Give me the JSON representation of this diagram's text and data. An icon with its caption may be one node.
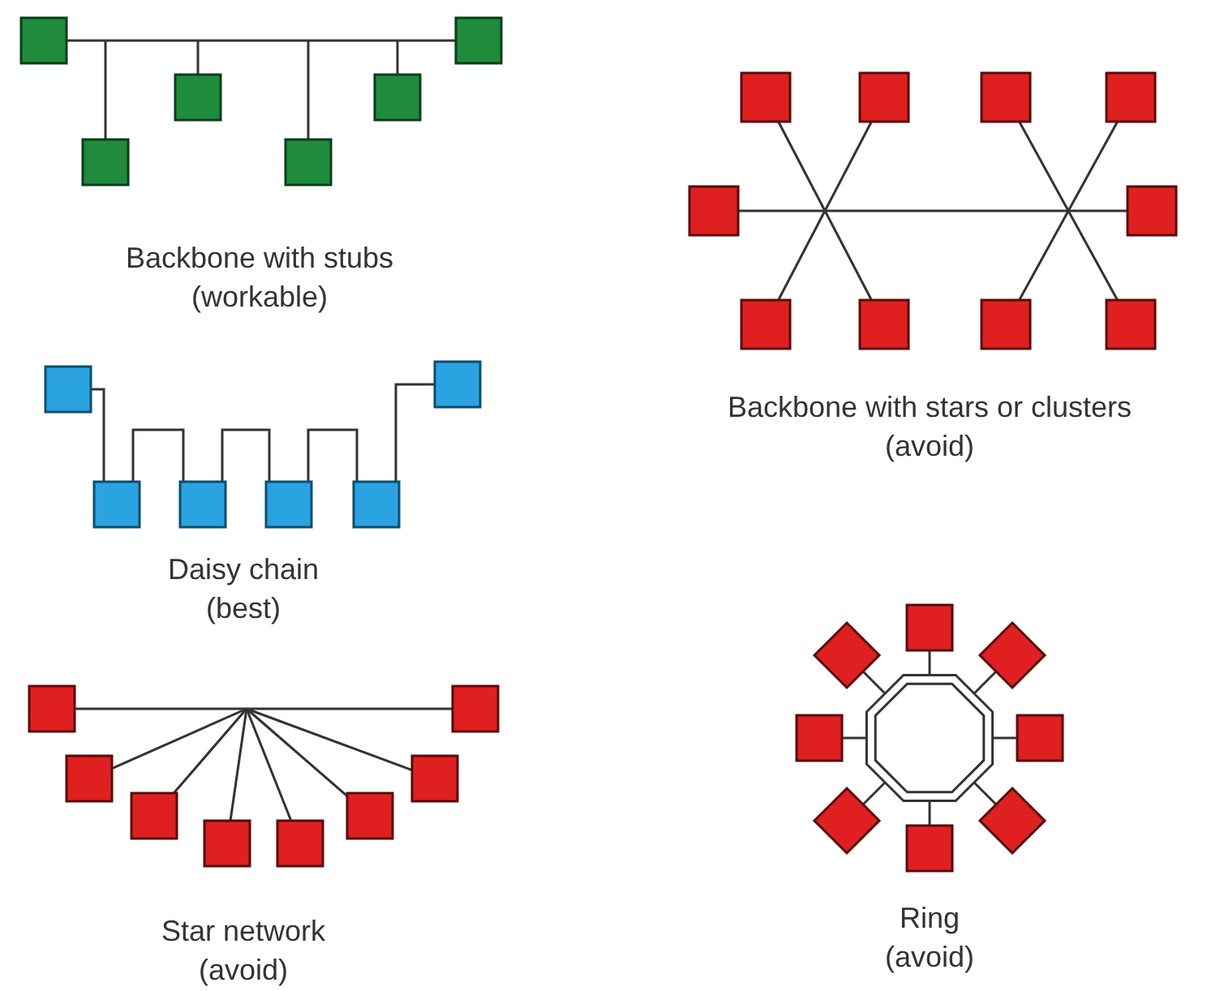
{
  "diagram": {
    "nodes": [
      {
        "text": [],
        "shape": "box"
      },
      {
        "text": [],
        "shape": "box"
      },
      {
        "text": [],
        "shape": "box"
      },
      {
        "text": [],
        "shape": "box"
      },
      {
        "text": [],
        "shape": "box"
      },
      {
        "text": [],
        "shape": "box"
      },
      {
        "text": [],
        "shape": "box"
      },
      {
        "text": [],
        "shape": "box"
      },
      {
        "text": [],
        "shape": "box"
      },
      {
        "text": [],
        "shape": "box"
      },
      {
        "text": [],
        "shape": "box"
      },
      {
        "text": [],
        "shape": "box"
      },
      {
        "text": [],
        "shape": "box"
      },
      {
        "text": [],
        "shape": "box"
      },
      {
        "text": [],
        "shape": "box"
      },
      {
        "text": [],
        "shape": "box"
      },
      {
        "text": [],
        "shape": "box"
      },
      {
        "text": [],
        "shape": "box"
      },
      {
        "text": [],
        "shape": "box"
      },
      {
        "text": [],
        "shape": "box"
      },
      {
        "text": [],
        "shape": "box"
      },
      {
        "text": [],
        "shape": "box"
      },
      {
        "text": [],
        "shape": "box"
      },
      {
        "text": [],
        "shape": "box"
      },
      {
        "text": [],
        "shape": "box"
      },
      {
        "text": [],
        "shape": "box"
      },
      {
        "text": [],
        "shape": "box"
      },
      {
        "text": [],
        "shape": "box"
      },
      {
        "text": [],
        "shape": "box"
      },
      {
        "text": [],
        "shape": "box"
      },
      {
        "text": [],
        "shape": "octagon"
      },
      {
        "text": [],
        "shape": "box"
      },
      {
        "text": [],
        "shape": "diamond"
      },
      {
        "text": [],
        "shape": "box"
      },
      {
        "text": [],
        "shape": "diamond"
      },
      {
        "text": [],
        "shape": "box"
      },
      {
        "text": [],
        "shape": "diamond"
      },
      {
        "text": [],
        "shape": "box"
      },
      {
        "text": [],
        "shape": "diamond"
      }
    ],
    "edges": [
      {
        "from": 0,
        "to": 5,
        "arrow": "none"
      },
      {
        "from": null,
        "to": 1,
        "arrow": "none"
      },
      {
        "from": null,
        "to": 2,
        "arrow": "none"
      },
      {
        "from": null,
        "to": 3,
        "arrow": "none"
      },
      {
        "from": null,
        "to": 4,
        "arrow": "none"
      },
      {
        "from": 6,
        "to": 7,
        "arrow": "none"
      },
      {
        "from": 7,
        "to": 8,
        "arrow": "none"
      },
      {
        "from": 8,
        "to": 9,
        "arrow": "none"
      },
      {
        "from": 9,
        "to": 10,
        "arrow": "none"
      },
      {
        "from": 10,
        "to": 11,
        "arrow": "none"
      },
      {
        "from": 12,
        "to": 13,
        "arrow": "none"
      },
      {
        "from": null,
        "to": 14,
        "arrow": "none"
      },
      {
        "from": null,
        "to": 15,
        "arrow": "none"
      },
      {
        "from": null,
        "to": 16,
        "arrow": "none"
      },
      {
        "from": null,
        "to": 17,
        "arrow": "none"
      },
      {
        "from": null,
        "to": 18,
        "arrow": "none"
      },
      {
        "from": null,
        "to": 19,
        "arrow": "none"
      },
      {
        "from": 24,
        "to": 25,
        "arrow": "none"
      },
      {
        "from": 20,
        "to": 27,
        "arrow": "none"
      },
      {
        "from": 21,
        "to": 26,
        "arrow": "none"
      },
      {
        "from": 22,
        "to": 29,
        "arrow": "none"
      },
      {
        "from": 23,
        "to": 28,
        "arrow": "none"
      },
      {
        "from": 30,
        "to": 31,
        "arrow": "none"
      },
      {
        "from": 30,
        "to": 32,
        "arrow": "none"
      },
      {
        "from": 30,
        "to": 33,
        "arrow": "none"
      },
      {
        "from": 30,
        "to": 34,
        "arrow": "none"
      },
      {
        "from": 30,
        "to": 35,
        "arrow": "none"
      },
      {
        "from": 30,
        "to": 36,
        "arrow": "none"
      },
      {
        "from": 30,
        "to": 37,
        "arrow": "none"
      },
      {
        "from": 30,
        "to": 38,
        "arrow": "none"
      }
    ],
    "labels": [
      "Backbone with stubs",
      "(workable)",
      "Backbone with stars or clusters",
      "(avoid)",
      "Daisy chain",
      "(best)",
      "Star network",
      "(avoid)",
      "Ring",
      "(avoid)"
    ]
  }
}
